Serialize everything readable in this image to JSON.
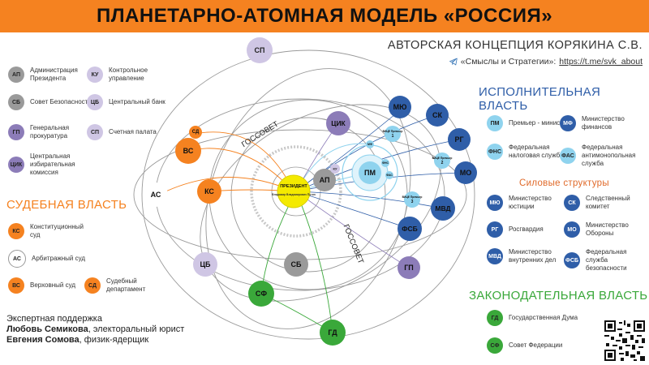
{
  "title": "ПЛАНЕТАРНО-АТОМНАЯ МОДЕЛЬ «РОССИЯ»",
  "author": "АВТОРСКАЯ КОНЦЕПЦИЯ КОРЯКИНА С.В.",
  "channel": {
    "label": "«Смыслы и Стратегии»: ",
    "url": "https://t.me/svk_about",
    "icon": "telegram-icon"
  },
  "colors": {
    "orange": "#f58220",
    "purple": "#8c7cb8",
    "grey": "#9a9a9a",
    "lightpurple": "#cfc6e4",
    "blue": "#2f5ea8",
    "lightblue": "#8fd3ee",
    "green": "#3aa83a",
    "yellow": "#f4ea00"
  },
  "legend_left": [
    {
      "code": "АП",
      "text": "Администрация Президента"
    },
    {
      "code": "КУ",
      "text": "Контрольное управление"
    },
    {
      "code": "СБ",
      "text": "Совет Безопасности"
    },
    {
      "code": "ЦБ",
      "text": "Центральный банк"
    },
    {
      "code": "ГП",
      "text": "Генеральная прокуратура"
    },
    {
      "code": "СП",
      "text": "Счетная палата"
    },
    {
      "code": "ЦИК",
      "text": "Центральная избирательная комиссия"
    }
  ],
  "judicial": {
    "title": "СУДЕБНАЯ ВЛАСТЬ",
    "items": [
      {
        "code": "КС",
        "text": "Конституционный суд"
      },
      {
        "code": "АС",
        "text": "Арбитражный суд"
      },
      {
        "code": "ВС",
        "text": "Верховный суд"
      },
      {
        "code": "СД",
        "text": "Судебный департамент"
      }
    ]
  },
  "executive": {
    "title": "ИСПОЛНИТЕЛЬНАЯ ВЛАСТЬ",
    "items": [
      {
        "code": "ПМ",
        "text": "Премьер - министр"
      },
      {
        "code": "МФ",
        "text": "Министерство финансов"
      },
      {
        "code": "ФНС",
        "text": "Федеральная налоговая служба"
      },
      {
        "code": "ФАС",
        "text": "Федеральная антимонопольная служба"
      }
    ],
    "power_title": "Силовые структуры",
    "power_items": [
      {
        "code": "МЮ",
        "text": "Министерство юстиции"
      },
      {
        "code": "СК",
        "text": "Следственный комитет"
      },
      {
        "code": "РГ",
        "text": "Росгвардия"
      },
      {
        "code": "МО",
        "text": "Министерство Обороны"
      },
      {
        "code": "МВД",
        "text": "Министерство внутренних дел"
      },
      {
        "code": "ФСБ",
        "text": "Федеральная служба безопасности"
      }
    ]
  },
  "legislative": {
    "title": "ЗАКОНОДАТЕЛЬНАЯ ВЛАСТЬ",
    "items": [
      {
        "code": "ГД",
        "text": "Государственная Дума"
      },
      {
        "code": "СФ",
        "text": "Совет Федерации"
      }
    ]
  },
  "support": {
    "heading": "Экспертная поддержка",
    "people": [
      {
        "name": "Любовь Семикова",
        "role": ", электоральный юрист"
      },
      {
        "name": "Евгения Сомова",
        "role": ", физик-ядерщик"
      }
    ]
  },
  "diagram": {
    "gossovet_label": "ГОССОВЕТ",
    "president": {
      "label": "ПРЕЗИДЕНТ",
      "name": "Владимир Владимирович Путин"
    },
    "nodes": {
      "sp": "СП",
      "tsik": "ЦИК",
      "sd": "СД",
      "vs": "ВС",
      "ks": "КС",
      "as": "АС",
      "ap": "АП",
      "ku": "КУ",
      "pm": "ПМ",
      "fns": "ФНС",
      "fas": "ФАС",
      "mf": "МФ",
      "tsb": "ЦБ",
      "sb": "СБ",
      "sf": "СФ",
      "gd": "ГД",
      "gp": "ГП",
      "myu": "МЮ",
      "sk": "СК",
      "rg": "РГ",
      "mo": "МО",
      "mvd": "МВД",
      "fsb": "ФСБ"
    },
    "vice_pm": [
      {
        "title": "ВИЦЕ Премьер",
        "num": "1"
      },
      {
        "title": "ВИЦЕ Премьер",
        "num": "2"
      },
      {
        "title": "ВИЦЕ Премьер",
        "num": "3"
      }
    ]
  },
  "qr": "qr-code"
}
